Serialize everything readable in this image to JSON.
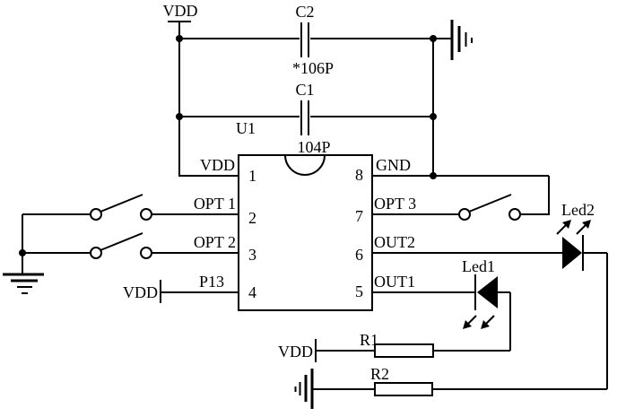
{
  "schematic": {
    "power": {
      "vdd_top": "VDD",
      "vdd_p13": "VDD",
      "vdd_r1": "VDD"
    },
    "capacitors": [
      {
        "ref": "C2",
        "value": "*106P"
      },
      {
        "ref": "C1",
        "value": "104P"
      }
    ],
    "ic": {
      "ref": "U1",
      "pins_left": [
        {
          "number": "1",
          "name": "VDD"
        },
        {
          "number": "2",
          "name": "OPT 1"
        },
        {
          "number": "3",
          "name": "OPT 2"
        },
        {
          "number": "4",
          "name": "P13"
        }
      ],
      "pins_right": [
        {
          "number": "8",
          "name": "GND"
        },
        {
          "number": "7",
          "name": "OPT 3"
        },
        {
          "number": "6",
          "name": "OUT2"
        },
        {
          "number": "5",
          "name": "OUT1"
        }
      ]
    },
    "leds": [
      {
        "ref": "Led1"
      },
      {
        "ref": "Led2"
      }
    ],
    "resistors": [
      {
        "ref": "R1"
      },
      {
        "ref": "R2"
      }
    ],
    "colors": {
      "stroke": "#000000",
      "background": "#ffffff"
    }
  }
}
